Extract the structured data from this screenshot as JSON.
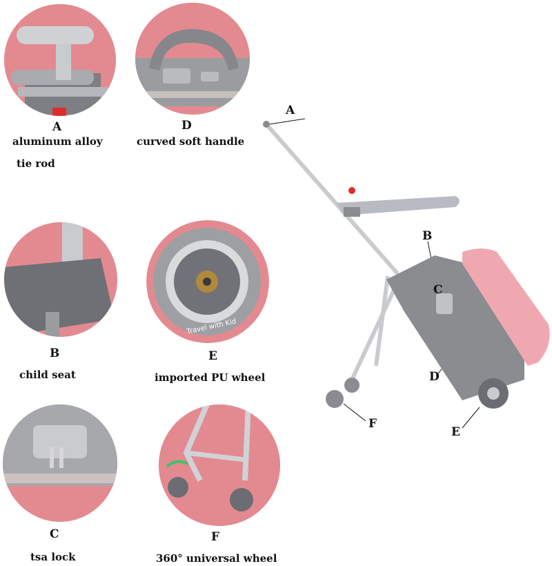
{
  "features": [
    {
      "letter": "A",
      "caption_line1": "aluminum alloy",
      "caption_line2": "tie rod"
    },
    {
      "letter": "D",
      "caption_line1": "curved soft handle"
    },
    {
      "letter": "B",
      "caption_line1": "child seat"
    },
    {
      "letter": "E",
      "caption_line1": "imported PU wheel",
      "wheel_text": "Travel with Kid"
    },
    {
      "letter": "C",
      "caption_line1": "tsa lock"
    },
    {
      "letter": "F",
      "caption_line1": "360°  universal wheel"
    }
  ],
  "callouts": {
    "a": "A",
    "b": "B",
    "c": "C",
    "d": "D",
    "e": "E",
    "f": "F"
  },
  "colors": {
    "pink": "#e38a90",
    "gray": "#8a8c90",
    "silver": "#c9cbcf",
    "suitcase_pink": "#f0a8b0"
  }
}
